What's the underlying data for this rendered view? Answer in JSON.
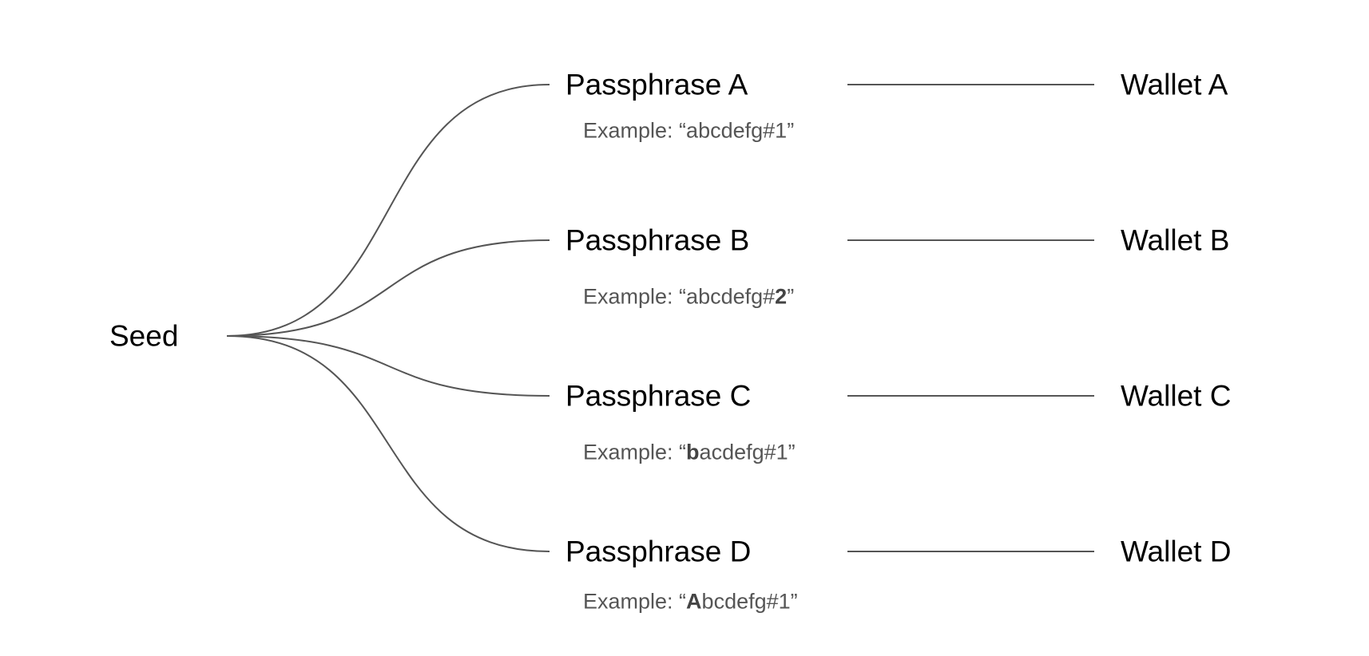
{
  "seed": {
    "label": "Seed"
  },
  "branches": [
    {
      "passphrase": "Passphrase A",
      "wallet": "Wallet A",
      "example": {
        "prefix": "Example: “",
        "before": "abcdefg#",
        "bold": "",
        "after": "1",
        "suffix": "”"
      }
    },
    {
      "passphrase": "Passphrase B",
      "wallet": "Wallet B",
      "example": {
        "prefix": "Example: “",
        "before": "abcdefg#",
        "bold": "2",
        "after": "",
        "suffix": "”"
      }
    },
    {
      "passphrase": "Passphrase C",
      "wallet": "Wallet C",
      "example": {
        "prefix": "Example: “",
        "before": "",
        "bold": "b",
        "after": "acdefg#1",
        "suffix": "”"
      }
    },
    {
      "passphrase": "Passphrase D",
      "wallet": "Wallet D",
      "example": {
        "prefix": "Example: “",
        "before": "",
        "bold": "A",
        "after": "bcdefg#1",
        "suffix": "”"
      }
    }
  ],
  "colors": {
    "line": "#555555",
    "node_text": "#000000",
    "example_text": "#555555"
  }
}
